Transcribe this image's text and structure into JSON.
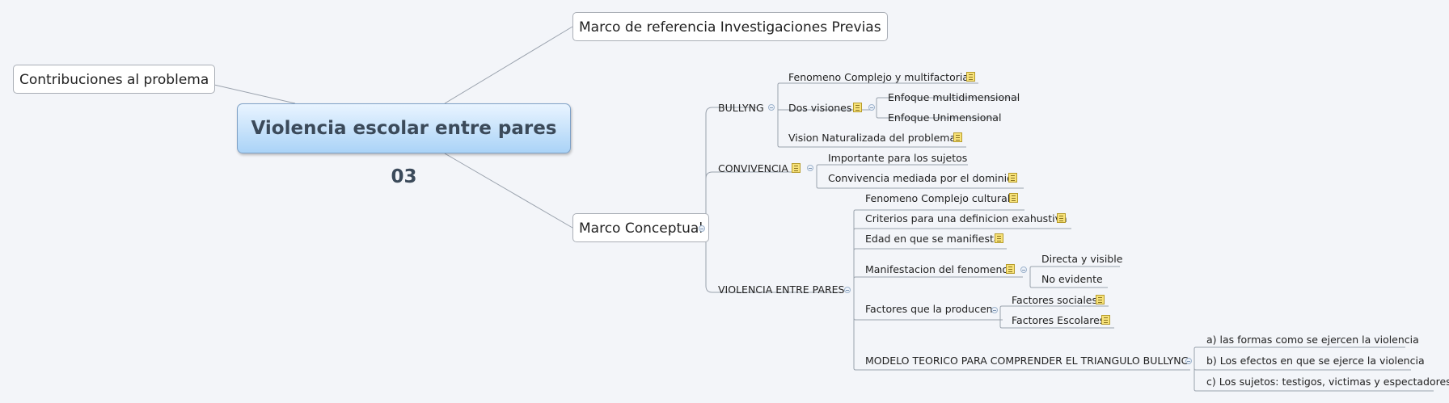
{
  "central": "Violencia escolar entre pares 03",
  "topics": {
    "contribuciones": "Contribuciones al problema",
    "marco_referencia": "Marco de referencia Investigaciones Previas",
    "marco_conceptual": "Marco Conceptual"
  },
  "bullyng": {
    "label": "BULLYNG",
    "fenomeno": "Fenomeno Complejo y multifactorial",
    "dos_visiones": "Dos visiones",
    "enfoque_multi": "Enfoque multidimensional",
    "enfoque_uni": "Enfoque Unimensional",
    "vision": "Vision Naturalizada del problema"
  },
  "convivencia": {
    "label": "CONVIVENCIA",
    "importante": "Importante para los sujetos",
    "mediada": "Convivencia mediada por el dominio"
  },
  "violencia": {
    "label": "VIOLENCIA ENTRE PARES",
    "fenomeno_cultural": "Fenomeno Complejo cultural",
    "criterios": "Criterios para una definicion exahustiva",
    "edad": "Edad en que se manifiesta",
    "manifestacion": "Manifestacion del fenomeno",
    "directa": "Directa y visible",
    "no_evidente": "No evidente",
    "factores": "Factores que la producen",
    "sociales": "Factores sociales",
    "escolares": "Factores Escolares",
    "modelo": "MODELO TEORICO PARA COMPRENDER EL TRIANGULO BULLYNG",
    "formas": "a) las formas como se ejercen la violencia",
    "efectos": "b) Los efectos en que se ejerce la violencia",
    "sujetos": "c) Los sujetos: testigos, victimas y espectadores"
  }
}
